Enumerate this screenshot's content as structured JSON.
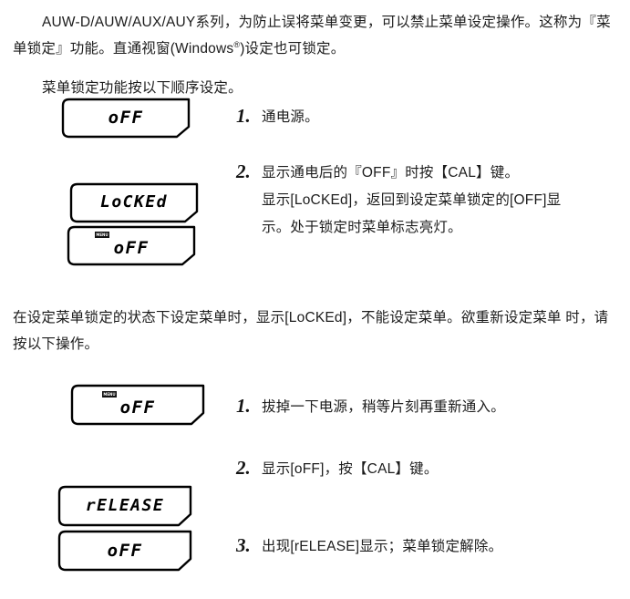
{
  "document": {
    "intro_paragraph": {
      "line1": "AUW-D/AUW/AUX/AUY系列，为防止误将菜单变更，可以禁止菜单设定操作。这称",
      "line2": "为『菜单锁定』功能。直通视窗(Windows",
      "line2_sup": "®",
      "line2_tail": ")设定也可锁定。",
      "line3": "菜单锁定功能按以下顺序设定。"
    },
    "middle_paragraph": {
      "line1": "在设定菜单锁定的状态下设定菜单时，显示[LoCKEd]，不能设定菜单。欲重新设定菜单",
      "line2": "时，请按以下操作。"
    }
  },
  "displays": {
    "d1": {
      "text": "oFF",
      "menu_flag": "",
      "menu_flag_on": false
    },
    "d2_locked": {
      "text": "LoCKEd",
      "menu_flag": "",
      "menu_flag_on": false
    },
    "d3_off_menu": {
      "text": "oFF",
      "menu_flag": "MENU",
      "menu_flag_on": true
    },
    "d4_off_menu": {
      "text": "oFF",
      "menu_flag": "MENU",
      "menu_flag_on": true
    },
    "d5_release": {
      "text": "rELEASE",
      "menu_flag": "",
      "menu_flag_on": false
    },
    "d6_off": {
      "text": "oFF",
      "menu_flag": "",
      "menu_flag_on": false
    }
  },
  "procedure_lock": {
    "steps": [
      {
        "number": "1.",
        "lines": [
          "通电源。"
        ]
      },
      {
        "number": "2.",
        "lines": [
          "显示通电后的『OFF』时按【CAL】键。",
          "显示[LoCKEd]，返回到设定菜单锁定的[OFF]显",
          "示。处于锁定时菜单标志亮灯。"
        ]
      }
    ]
  },
  "procedure_unlock": {
    "steps": [
      {
        "number": "1.",
        "lines": [
          "拔掉一下电源，稍等片刻再重新通入。"
        ]
      },
      {
        "number": "2.",
        "lines": [
          "显示[oFF]，按【CAL】键。"
        ]
      },
      {
        "number": "3.",
        "lines": [
          "出现[rELEASE]显示；菜单锁定解除。"
        ]
      }
    ]
  },
  "colors": {
    "text": "#1c1c1c",
    "outline": "#000000",
    "background": "#ffffff",
    "flag": "#111111"
  }
}
